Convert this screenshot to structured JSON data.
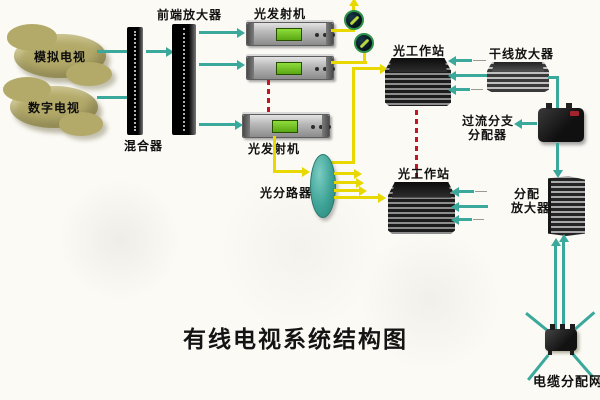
{
  "title": "有线电视系统结构图",
  "nodes": {
    "analog_tv": "模拟电视",
    "digital_tv": "数字电视",
    "mixer": "混合器",
    "headend_amp": "前端放大器",
    "optical_tx_top": "光发射机",
    "optical_tx_bottom": "光发射机",
    "optical_splitter": "光分路器",
    "optical_station_top": "光工作站",
    "optical_station_bottom": "光工作站",
    "trunk_amp": "干线放大器",
    "feedthrough_tap_line1": "过流分支",
    "feedthrough_tap_line2": "分配器",
    "dist_amp_line1": "分配",
    "dist_amp_line2": "放大器",
    "cable_dist_net": "电缆分配网"
  },
  "colors": {
    "coax_signal": "#3aa99c",
    "fiber_signal": "#e8d800",
    "reserve_link": "#c41425",
    "cloud_fill": "#b3aa6a"
  }
}
